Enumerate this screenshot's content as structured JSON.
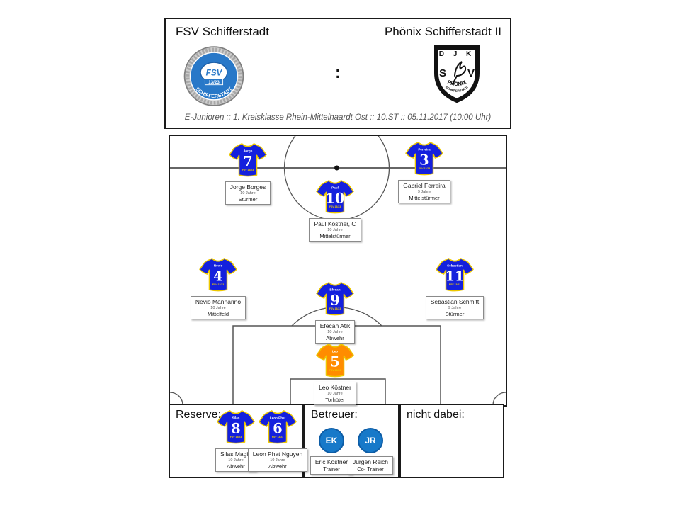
{
  "colors": {
    "jersey_primary": "#1420dd",
    "jersey_trim": "#edc800",
    "goalkeeper": "#ff8c00",
    "staff_circle": "#1779c9",
    "logo_blue": "#2878c8"
  },
  "header": {
    "home_team": "FSV Schifferstadt",
    "away_team": "Phönix Schifferstadt II",
    "score_separator": ":",
    "match_info": "E-Junioren :: 1. Kreisklasse Rhein-Mittelhaardt Ost :: 10.ST :: 05.11.2017 (10:00 Uhr)",
    "home_logo": {
      "initials": "FSV",
      "year": "13/23",
      "town": "SCHIFFERSTADT"
    },
    "away_logo": {
      "org": "D J K",
      "left": "S",
      "right": "V",
      "name": "PHÖNIX",
      "town": "SCHIFFERSTADT"
    }
  },
  "field": {
    "players": [
      {
        "number": "7",
        "jersey_name": "Jorge",
        "jersey_sub": "FSV 13/23",
        "name": "Jorge Borges",
        "age": "10 Jahre",
        "position": "Stürmer"
      },
      {
        "number": "3",
        "jersey_name": "Ferreira",
        "jersey_sub": "FSV 13/23",
        "name": "Gabriel Ferreira",
        "age": "9 Jahre",
        "position": "Mittelstürmer"
      },
      {
        "number": "10",
        "jersey_name": "Paul",
        "jersey_sub": "FSV 13/23",
        "name": "Paul Köstner, C",
        "age": "10 Jahre",
        "position": "Mittelstürmer"
      },
      {
        "number": "4",
        "jersey_name": "Nevio",
        "jersey_sub": "FSV 13/23",
        "name": "Nevio Mannarino",
        "age": "10 Jahre",
        "position": "Mittelfeld"
      },
      {
        "number": "11",
        "jersey_name": "Sebastian",
        "jersey_sub": "FSV 13/23",
        "name": "Sebastian Schmitt",
        "age": "9 Jahre",
        "position": "Stürmer"
      },
      {
        "number": "9",
        "jersey_name": "Efecan",
        "jersey_sub": "FSV 13/23",
        "name": "Efecan Atik",
        "age": "10 Jahre",
        "position": "Abwehr"
      },
      {
        "number": "5",
        "jersey_name": "Leo",
        "jersey_sub": "FSV 13/23",
        "name": "Leo Köstner",
        "age": "10 Jahre",
        "position": "Torhüter"
      }
    ]
  },
  "bench": {
    "title": "Reserve:",
    "players": [
      {
        "number": "8",
        "jersey_name": "Silas",
        "jersey_sub": "FSV 13/23",
        "name": "Silas Magin",
        "age": "10 Jahre",
        "position": "Abwehr"
      },
      {
        "number": "6",
        "jersey_name": "Leon Phat",
        "jersey_sub": "FSV 13/23",
        "name": "Leon Phat Nguyen",
        "age": "10 Jahre",
        "position": "Abwehr"
      }
    ]
  },
  "staff": {
    "title": "Betreuer:",
    "members": [
      {
        "initials": "EK",
        "name": "Eric Köstner",
        "role": "Trainer"
      },
      {
        "initials": "JR",
        "name": "Jürgen Reich",
        "role": "Co- Trainer"
      }
    ]
  },
  "absent": {
    "title": "nicht dabei:"
  }
}
